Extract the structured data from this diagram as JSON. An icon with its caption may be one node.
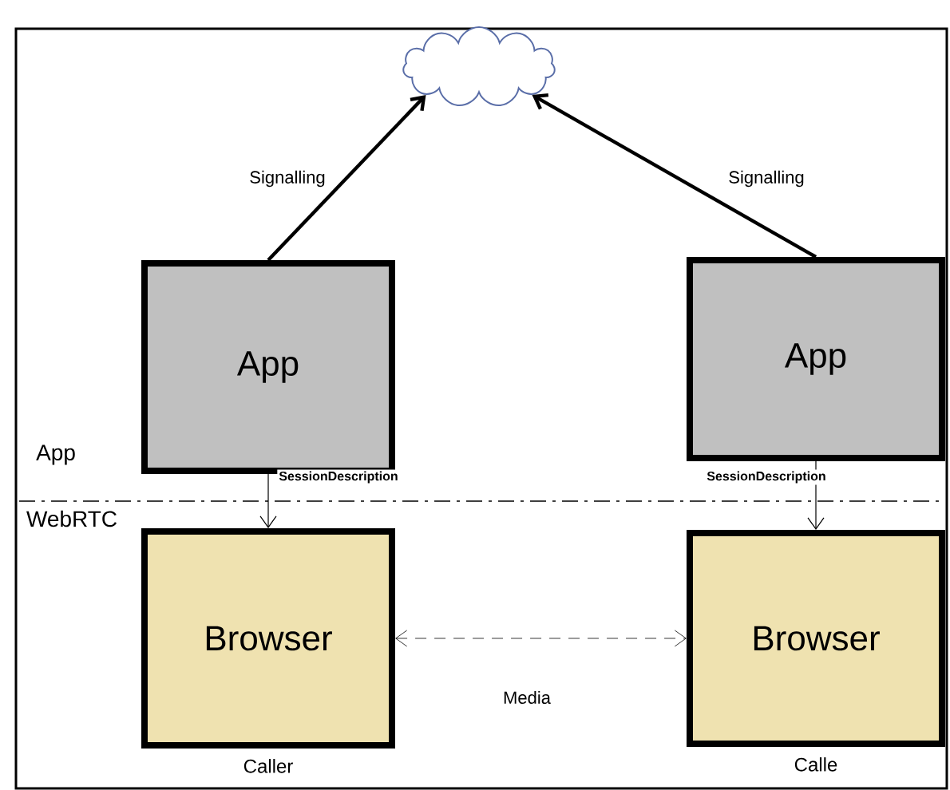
{
  "diagram": {
    "nodes": [
      {
        "text": [],
        "shape": "cloud"
      },
      {
        "text": [
          "App"
        ]
      },
      {
        "text": [
          "App"
        ]
      },
      {
        "text": [
          "Browser"
        ],
        "beside": [
          "Caller"
        ]
      },
      {
        "text": [
          "Browser"
        ],
        "beside": [
          "Calle"
        ]
      }
    ],
    "edges": [
      {
        "from": 1,
        "to": 0,
        "arrow": "to",
        "label": "Signalling",
        "style": "thick"
      },
      {
        "from": 2,
        "to": 0,
        "arrow": "to",
        "label": "Signalling",
        "style": "thick"
      },
      {
        "from": 1,
        "to": 3,
        "arrow": "to",
        "label": "SessionDescription"
      },
      {
        "from": 2,
        "to": 4,
        "arrow": "to",
        "label": "SessionDescription"
      },
      {
        "from": 3,
        "to": 4,
        "arrow": "both",
        "label": "Media",
        "style": "dashed"
      }
    ],
    "labels": [
      "App",
      "WebRTC"
    ]
  }
}
